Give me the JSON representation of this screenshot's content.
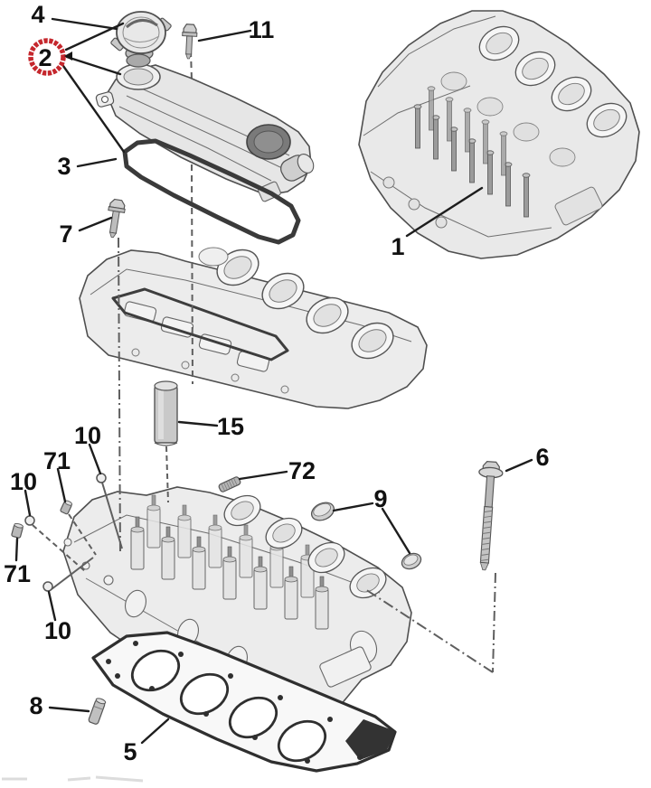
{
  "diagram": {
    "description": "Exploded parts diagram of an engine cylinder head assembly",
    "colors": {
      "background": "#ffffff",
      "highlight": "#c5272d",
      "ink": "#111111",
      "line_art": "#4f4f4f",
      "fill_light": "#ececec",
      "fill_mid": "#d6d6d6",
      "fill_dark": "#8f8f8f",
      "gasket_dark": "#2f2f2f"
    },
    "callouts": [
      {
        "label": "4"
      },
      {
        "label": "11"
      },
      {
        "label": "2",
        "highlighted": true
      },
      {
        "label": "3"
      },
      {
        "label": "7"
      },
      {
        "label": "1"
      },
      {
        "label": "15"
      },
      {
        "label": "10"
      },
      {
        "label": "71"
      },
      {
        "label": "10"
      },
      {
        "label": "72"
      },
      {
        "label": "9"
      },
      {
        "label": "6"
      },
      {
        "label": "71"
      },
      {
        "label": "10"
      },
      {
        "label": "8"
      },
      {
        "label": "5"
      }
    ]
  }
}
